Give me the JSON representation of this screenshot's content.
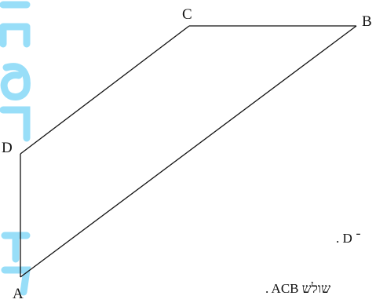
{
  "diagram": {
    "vertices": {
      "A": {
        "label": "A"
      },
      "B": {
        "label": "B"
      },
      "C": {
        "label": "C"
      },
      "D": {
        "label": "D"
      }
    },
    "edges": [
      [
        "C",
        "B"
      ],
      [
        "C",
        "D"
      ],
      [
        "D",
        "A"
      ],
      [
        "A",
        "B"
      ]
    ]
  },
  "text_fragments": {
    "line1": ". D ־",
    "line2": ". ACB שולש"
  },
  "watermark": {
    "text": "מתמטיקה",
    "color": "#4fc3f7"
  },
  "colors": {
    "line": "#111111",
    "text": "#111111",
    "background": "#ffffff"
  }
}
